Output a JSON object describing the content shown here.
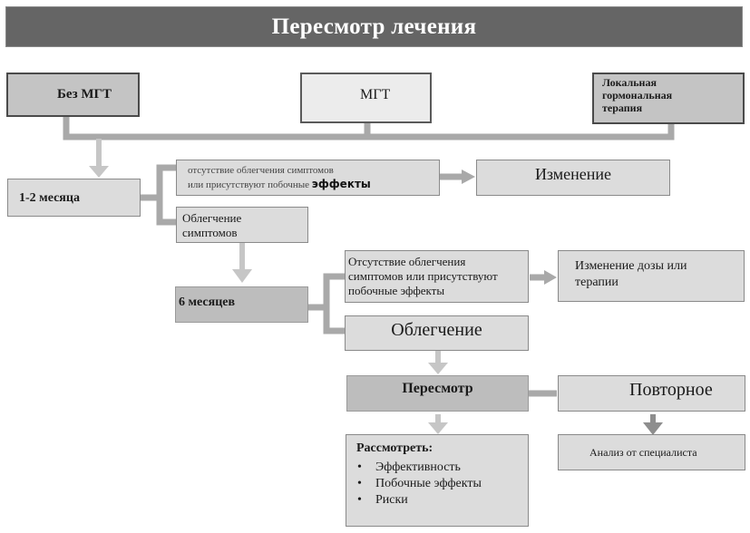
{
  "title": "Пересмотр лечения",
  "top_nodes": {
    "no_mgt": "Без МГТ",
    "mgt": "МГТ",
    "local": [
      "Локальная",
      "гормональная",
      "терапия"
    ]
  },
  "stage1": {
    "label": "1-2 месяца",
    "no_relief": [
      "отсутствие облегчения симптомов",
      "или присутствуют побочные",
      "эффекты"
    ],
    "change": "Изменение",
    "relief": [
      "Облегчение",
      "симптомов"
    ]
  },
  "stage2": {
    "label": "6 месяцев",
    "no_relief": [
      "Отсутствие облегчения",
      "симптомов или присутствуют",
      "побочные эффекты"
    ],
    "change": [
      "Изменение дозы или",
      "терапии"
    ],
    "relief": "Облегчение"
  },
  "review": {
    "label": "Пересмотр",
    "repeat": "Повторное",
    "specialist": "Анализ от специалиста",
    "consider_title": "Рассмотреть:",
    "consider_items": [
      "Эффективность",
      "Побочные эффекты",
      "Риски"
    ]
  },
  "colors": {
    "title_bg": "#656565",
    "connector": "#a9a9a9",
    "arrow_light": "#c8c8c8"
  }
}
